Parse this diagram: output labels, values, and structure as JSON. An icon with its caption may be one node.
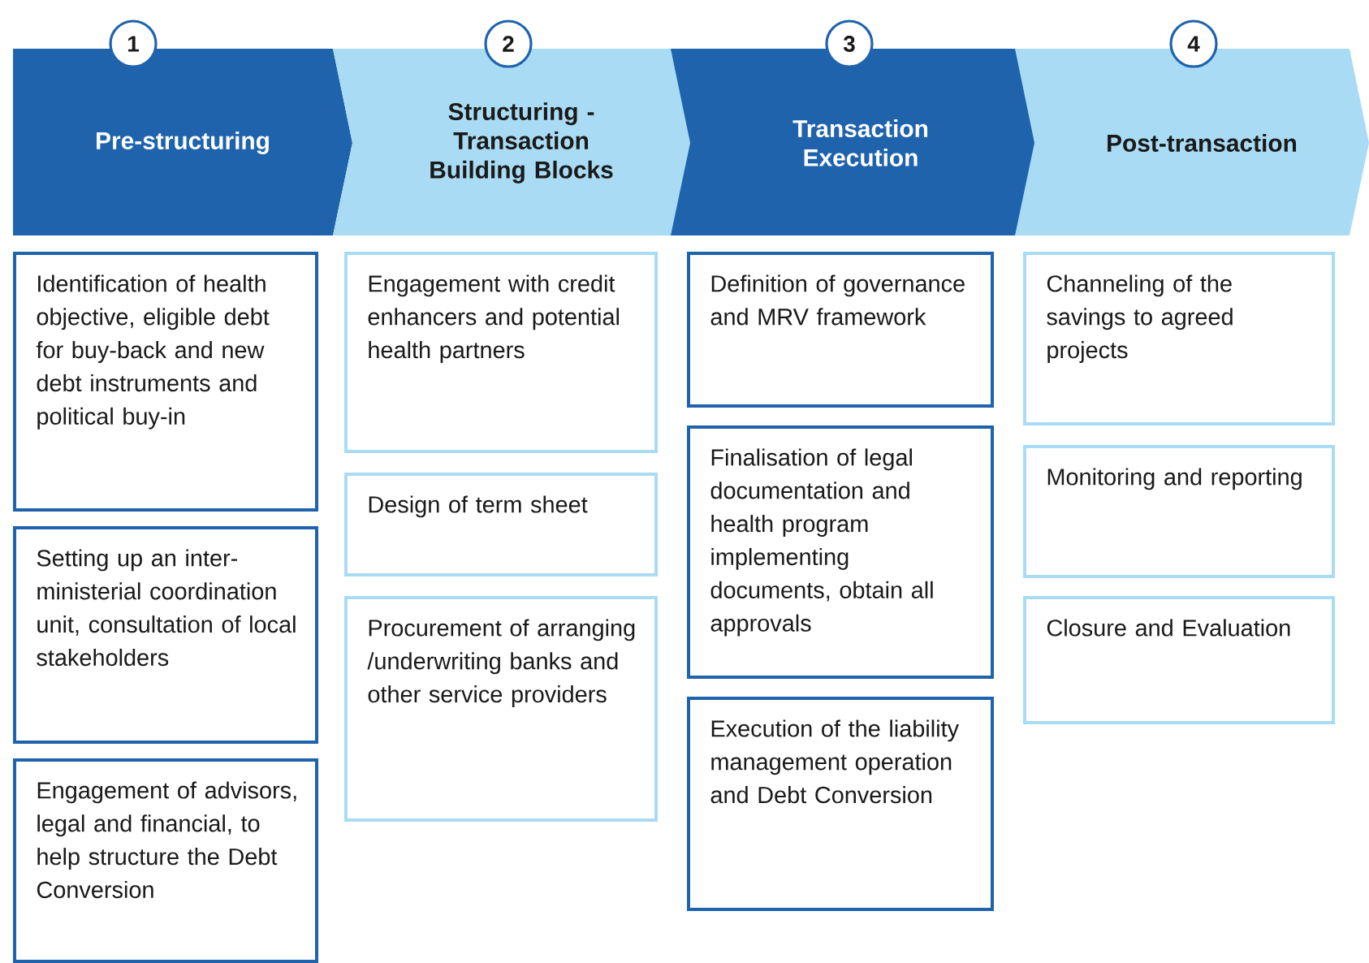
{
  "diagram": {
    "nodes": [
      {
        "text": [
          "1"
        ]
      },
      {
        "text": [
          "Pre-structuring"
        ]
      },
      {
        "text": [
          "Identification of health objective, eligible debt for buy-back and new debt instruments and political buy-in"
        ]
      },
      {
        "text": [
          "Setting up an inter-ministerial coordination unit, consultation of local stakeholders"
        ]
      },
      {
        "text": [
          "Engagement of advisors, legal and financial, to help structure the Debt Conversion"
        ]
      },
      {
        "text": [
          "2"
        ]
      },
      {
        "text": [
          "Structuring - Transaction Building Blocks"
        ]
      },
      {
        "text": [
          "Engagement with credit enhancers and potential health partners"
        ]
      },
      {
        "text": [
          "Design of term sheet"
        ]
      },
      {
        "text": [
          "Procurement of arranging /underwriting banks and other service providers"
        ]
      },
      {
        "text": [
          "3"
        ]
      },
      {
        "text": [
          "Transaction Execution"
        ]
      },
      {
        "text": [
          "Definition of governance and MRV framework"
        ]
      },
      {
        "text": [
          "Finalisation of legal documentation and health program implementing documents, obtain all approvals"
        ]
      },
      {
        "text": [
          "Execution of the liability management operation and Debt Conversion"
        ]
      },
      {
        "text": [
          "4"
        ]
      },
      {
        "text": [
          "Post-transaction"
        ]
      },
      {
        "text": [
          "Channeling of the savings to agreed projects"
        ]
      },
      {
        "text": [
          "Monitoring and reporting"
        ]
      },
      {
        "text": [
          "Closure and Evaluation"
        ]
      }
    ]
  }
}
